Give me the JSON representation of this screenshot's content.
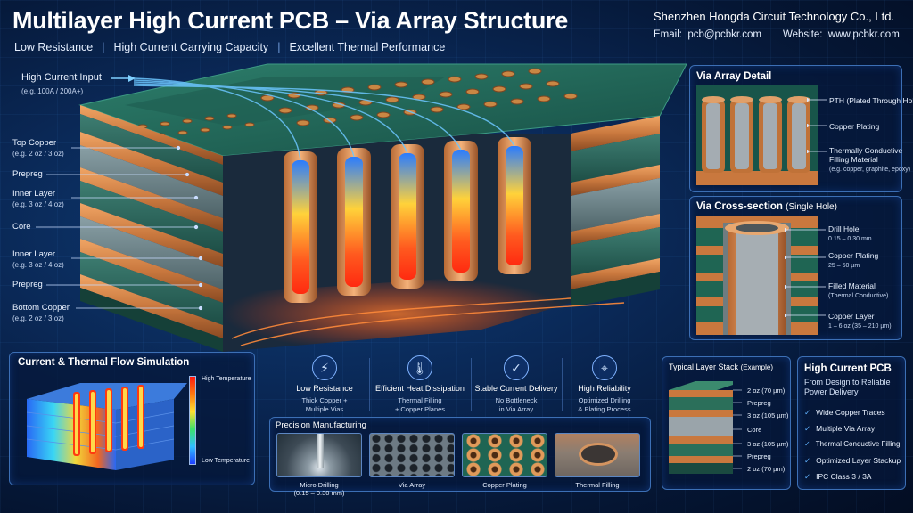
{
  "header": {
    "title": "Multilayer High Current PCB – Via Array Structure",
    "subtitle_items": [
      "Low Resistance",
      "High Current Carrying Capacity",
      "Excellent Thermal Performance"
    ],
    "company": "Shenzhen Hongda Circuit Technology Co., Ltd.",
    "email_label": "Email:",
    "email": "pcb@pcbkr.com",
    "website_label": "Website:",
    "website": "www.pcbkr.com"
  },
  "main_diagram": {
    "input_title": "High Current Input",
    "input_note": "(e.g. 100A / 200A+)",
    "layers": [
      {
        "name": "Top Copper",
        "note": "(e.g. 2 oz / 3 oz)"
      },
      {
        "name": "Prepreg",
        "note": ""
      },
      {
        "name": "Inner Layer",
        "note": "(e.g. 3 oz / 4 oz)"
      },
      {
        "name": "Core",
        "note": ""
      },
      {
        "name": "Inner Layer",
        "note": "(e.g. 3 oz / 4 oz)"
      },
      {
        "name": "Prepreg",
        "note": ""
      },
      {
        "name": "Bottom Copper",
        "note": "(e.g. 2 oz / 3 oz)"
      }
    ]
  },
  "via_array_detail": {
    "title": "Via Array Detail",
    "labels": [
      {
        "name": "PTH (Plated Through Hole)",
        "note": ""
      },
      {
        "name": "Copper Plating",
        "note": ""
      },
      {
        "name": "Thermally Conductive",
        "name2": "Filling Material",
        "note": "(e.g. copper, graphite, epoxy)"
      }
    ]
  },
  "via_cross_section": {
    "title": "Via Cross-section",
    "title_note": "(Single Hole)",
    "labels": [
      {
        "name": "Drill Hole",
        "note": "0.15 – 0.30 mm"
      },
      {
        "name": "Copper Plating",
        "note": "25 – 50 µm"
      },
      {
        "name": "Filled Material",
        "note": "(Thermal Conductive)"
      },
      {
        "name": "Copper Layer",
        "note": "1 – 6 oz (35 – 210 µm)"
      }
    ]
  },
  "simulation": {
    "title": "Current & Thermal Flow Simulation",
    "high_label": "High Temperature",
    "low_label": "Low Temperature"
  },
  "features": [
    {
      "icon": "lightning-icon",
      "title": "Low Resistance",
      "line1": "Thick Copper +",
      "line2": "Multiple Vias"
    },
    {
      "icon": "thermometer-icon",
      "title": "Efficient Heat Dissipation",
      "line1": "Thermal Filling",
      "line2": "+ Copper Planes"
    },
    {
      "icon": "shield-check-icon",
      "title": "Stable Current Delivery",
      "line1": "No Bottleneck",
      "line2": "in Via Array"
    },
    {
      "icon": "target-icon",
      "title": "High Reliability",
      "line1": "Optimized Drilling",
      "line2": "& Plating Process"
    }
  ],
  "manufacturing": {
    "title": "Precision Manufacturing",
    "items": [
      {
        "line1": "Micro Drilling",
        "line2": "(0.15 – 0.30 mm)"
      },
      {
        "line1": "Via Array",
        "line2": ""
      },
      {
        "line1": "Copper Plating",
        "line2": ""
      },
      {
        "line1": "Thermal Filling",
        "line2": ""
      }
    ]
  },
  "layer_stack": {
    "title": "Typical Layer Stack",
    "title_note": "(Example)",
    "labels": [
      "2 oz (70 µm)",
      "Prepreg",
      "3 oz (105 µm)",
      "Core",
      "3 oz (105 µm)",
      "Prepreg",
      "2 oz (70 µm)"
    ]
  },
  "summary": {
    "title": "High Current PCB",
    "subtitle1": "From Design to Reliable",
    "subtitle2": "Power Delivery",
    "items": [
      "Wide Copper Traces",
      "Multiple Via Array",
      "Thermal Conductive Filling",
      "Optimized Layer Stackup",
      "IPC Class 3 / 3A"
    ]
  },
  "colors": {
    "background": "#061a3a",
    "panel_border": "#3c6fb5",
    "copper": "#c9783e",
    "substrate": "#1e6b58",
    "accent": "#5fb2ff"
  }
}
